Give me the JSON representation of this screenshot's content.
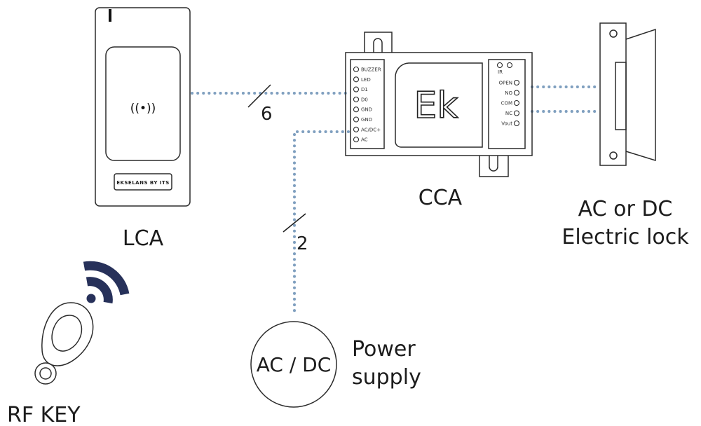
{
  "labels": {
    "lca": "LCA",
    "cca": "CCA",
    "lock_line1": "AC or DC",
    "lock_line2": "Electric lock",
    "power_circle": "AC / DC",
    "power_line1": "Power",
    "power_line2": "supply",
    "rf_key": "RF KEY",
    "wire_count_reader": "6",
    "wire_count_power": "2"
  },
  "reader": {
    "brand": "EKSELANS BY ITS",
    "rfid_symbol": "((•))"
  },
  "controller": {
    "logo": "Ek",
    "left_terminals": [
      "BUZZER",
      "LED",
      "D1",
      "D0",
      "GND",
      "GND",
      "AC/DC+",
      "AC"
    ],
    "right_top_label": "IR",
    "right_terminals": [
      "OPEN",
      "NO",
      "COM",
      "NC",
      "Vout"
    ]
  },
  "colors": {
    "wire": "#7f9fbf",
    "wifi": "#27315a",
    "outline": "#2b2b2b"
  },
  "icons": [
    "rfid-wave-icon",
    "wifi-signal-icon",
    "key-fob-icon"
  ]
}
